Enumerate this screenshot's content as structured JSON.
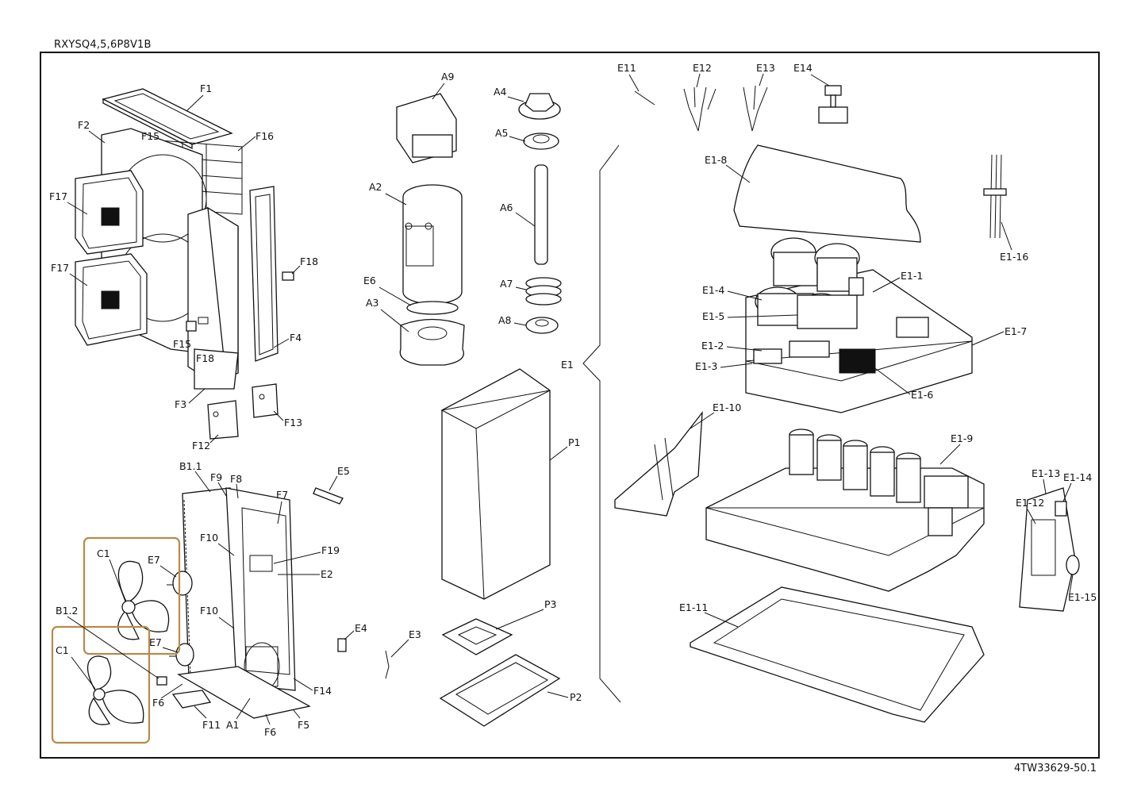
{
  "header": {
    "model": "RXYSQ4,5,6P8V1B"
  },
  "footer": {
    "document_number": "4TW33629-50.1"
  },
  "labels": {
    "F1": "F1",
    "F2": "F2",
    "F15": "F15",
    "F16": "F16",
    "F17": "F17",
    "F17b": "F17",
    "F18": "F18",
    "F15b": "F15",
    "F18b": "F18",
    "F4": "F4",
    "F3": "F3",
    "F12": "F12",
    "F13": "F13",
    "A9": "A9",
    "A4": "A4",
    "A5": "A5",
    "A2": "A2",
    "A6": "A6",
    "E6": "E6",
    "A7": "A7",
    "A3": "A3",
    "A8": "A8",
    "E1": "E1",
    "P1": "P1",
    "P3": "P3",
    "P2": "P2",
    "E3": "E3",
    "E4": "E4",
    "E5": "E5",
    "E11": "E11",
    "E12": "E12",
    "E13": "E13",
    "E14": "E14",
    "E1-8": "E1-8",
    "E1-16": "E1-16",
    "E1-1": "E1-1",
    "E1-4": "E1-4",
    "E1-5": "E1-5",
    "E1-7": "E1-7",
    "E1-2": "E1-2",
    "E1-3": "E1-3",
    "E1-6": "E1-6",
    "E1-10": "E1-10",
    "E1-9": "E1-9",
    "E1-13": "E1-13",
    "E1-14": "E1-14",
    "E1-12": "E1-12",
    "E1-15": "E1-15",
    "E1-11": "E1-11",
    "B1.1": "B1.1",
    "F9": "F9",
    "F8": "F8",
    "F7": "F7",
    "C1": "C1",
    "E7": "E7",
    "F10": "F10",
    "F19": "F19",
    "E2": "E2",
    "B1.2": "B1.2",
    "F10b": "F10",
    "E7b": "E7",
    "C1b": "C1",
    "F6": "F6",
    "F14": "F14",
    "F11": "F11",
    "A1": "A1",
    "F6b": "F6",
    "F5": "F5"
  },
  "highlight_color": "#b88a4a"
}
